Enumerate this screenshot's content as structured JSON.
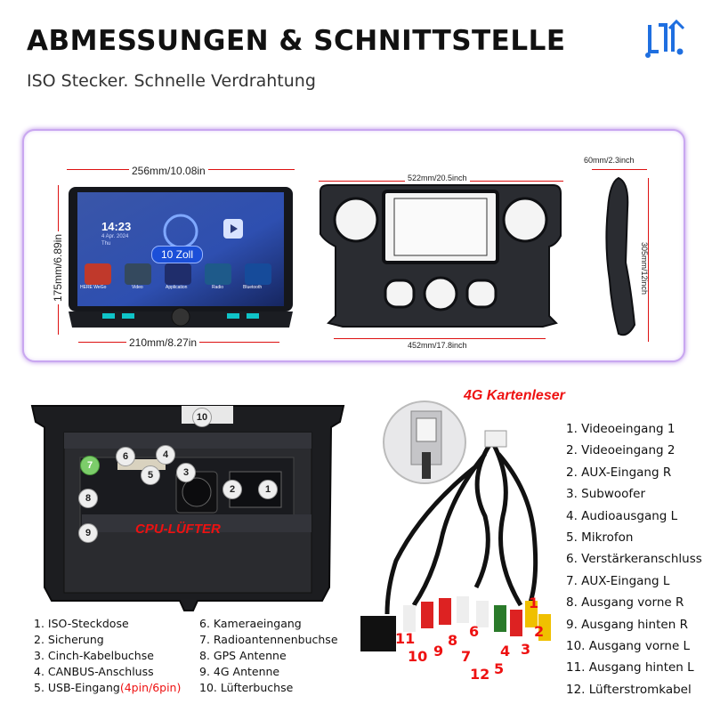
{
  "header": {
    "title": "ABMESSUNGEN & SCHNITTSTELLE",
    "subtitle": "ISO Stecker. Schnelle Verdrahtung",
    "logo_icon": "brand-logo-icon",
    "accent_color": "#1f6fe0"
  },
  "dimensions": {
    "width_top": "256mm/10.08in",
    "height_left": "175mm/6.89in",
    "width_bottom": "210mm/8.27in",
    "screen_label": "10 Zoll",
    "frame_width_top": "522mm/20.5inch",
    "frame_width_bottom": "452mm/17.8inch",
    "side_depth": "60mm/2.3inch",
    "side_height": "305mm/12inch"
  },
  "screen_ui": {
    "time": "14:23",
    "date": "4 Apr. 2024",
    "day": "Thu",
    "apps": [
      "HERE WeGo",
      "Video",
      "Application",
      "Radio",
      "Bluetooth"
    ]
  },
  "back_panel": {
    "fan_label": "CPU-LÜFTER",
    "badges": [
      "1",
      "2",
      "3",
      "4",
      "5",
      "6",
      "7",
      "8",
      "9",
      "10"
    ]
  },
  "harness": {
    "card_reader_label": "4G Kartenleser",
    "numbers": [
      "1",
      "2",
      "3",
      "4",
      "5",
      "6",
      "7",
      "8",
      "9",
      "10",
      "11",
      "12"
    ]
  },
  "legend_left_col1": [
    "1. ISO-Steckdose",
    "2. Sicherung",
    "3. Cinch-Kabelbuchse",
    "4. CANBUS-Anschluss",
    "5. USB-Eingang"
  ],
  "legend_left_usb_suffix": "(4pin/6pin)",
  "legend_left_col2": [
    "6. Kameraeingang",
    "7. Radioantennenbuchse",
    "8. GPS Antenne",
    "9. 4G Antenne",
    "10. Lüfterbuchse"
  ],
  "legend_right": [
    "1. Videoeingang 1",
    "2. Videoeingang 2",
    "2. AUX-Eingang R",
    "3. Subwoofer",
    "4. Audioausgang L",
    "5. Mikrofon",
    "6. Verstärkeranschluss",
    "7. AUX-Eingang L",
    "8. Ausgang vorne R",
    "9. Ausgang hinten R",
    "10. Ausgang vorne L",
    "11. Ausgang hinten L",
    "12. Lüfterstromkabel"
  ]
}
